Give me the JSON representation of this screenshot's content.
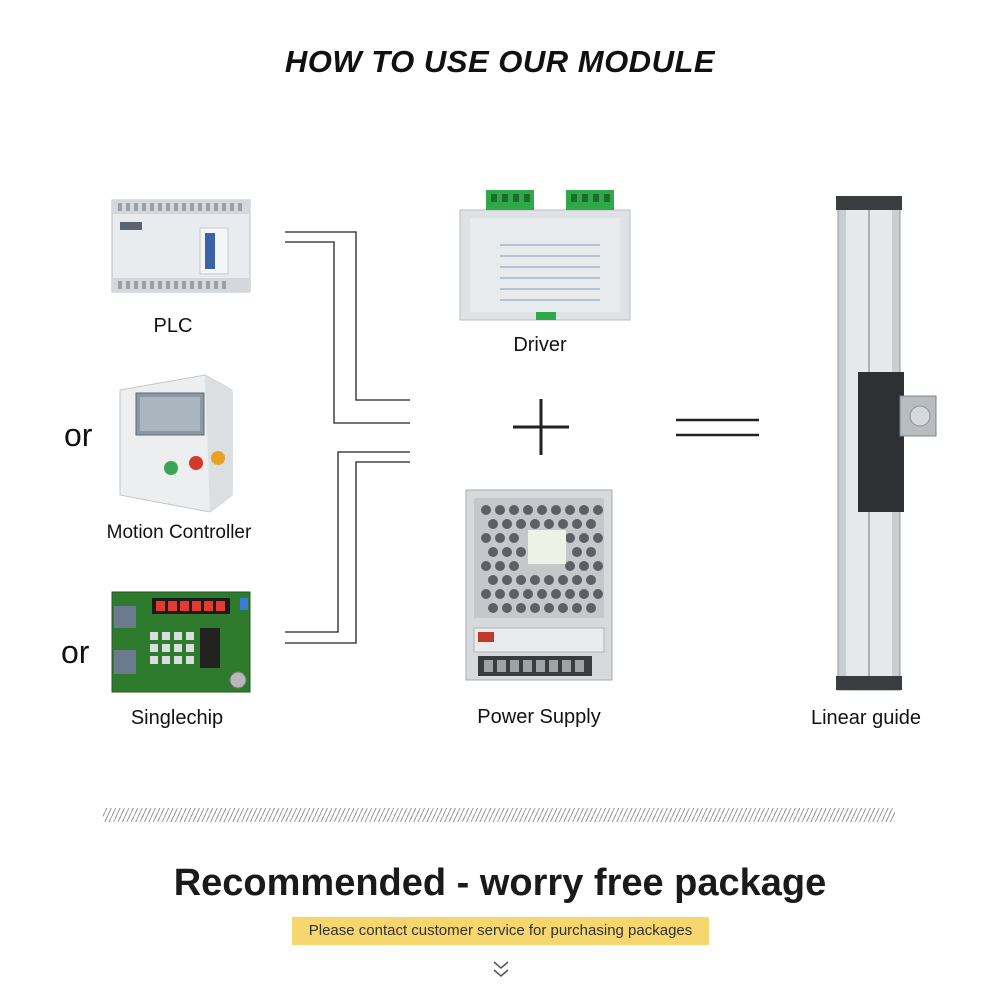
{
  "title": "HOW TO USE OUR MODULE",
  "controllers": {
    "plc": "PLC",
    "motion_controller": "Motion Controller",
    "singlechip": "Singlechip",
    "or_1": "or",
    "or_2": "or"
  },
  "components": {
    "driver": "Driver",
    "power_supply": "Power Supply",
    "linear_guide": "Linear guide"
  },
  "recommended": {
    "title": "Recommended - worry free package",
    "contact": "Please contact customer service for purchasing packages"
  },
  "icons": {
    "down": "chevron-double-down-icon"
  },
  "colors": {
    "highlight": "#f6d66e",
    "terminal_green": "#2fa84a"
  }
}
